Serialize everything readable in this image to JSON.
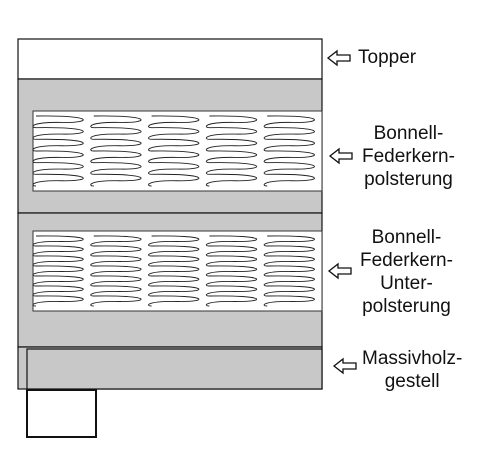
{
  "labels": {
    "topper": "Topper",
    "upper_core": [
      "Bonnell-",
      "Federkern-",
      "polsterung"
    ],
    "lower_core": [
      "Bonnell-",
      "Federkern-",
      "Unter-",
      "polsterung"
    ],
    "frame": [
      "Massivholz-",
      "gestell"
    ]
  },
  "colors": {
    "layer_fill": "#c8c8c8",
    "outline": "#111111",
    "spring_fill": "#ffffff",
    "background": "#ffffff"
  },
  "icons": {
    "pointer": "hollow-left-arrow-icon"
  }
}
